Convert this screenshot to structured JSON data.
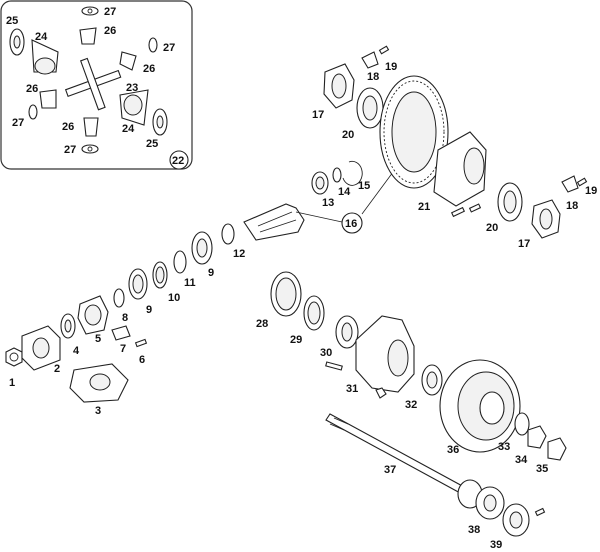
{
  "diagram": {
    "callouts": {
      "c1": "1",
      "c2": "2",
      "c3": "3",
      "c4": "4",
      "c5": "5",
      "c6": "6",
      "c7": "7",
      "c8": "8",
      "c9a": "9",
      "c9b": "9",
      "c10": "10",
      "c11": "11",
      "c12": "12",
      "c13": "13",
      "c14": "14",
      "c15": "15",
      "c16": "16",
      "c17a": "17",
      "c17b": "17",
      "c18a": "18",
      "c18b": "18",
      "c19a": "19",
      "c19b": "19",
      "c20a": "20",
      "c20b": "20",
      "c21": "21",
      "c22": "22",
      "c23": "23",
      "c24a": "24",
      "c24b": "24",
      "c25a": "25",
      "c25b": "25",
      "c26a": "26",
      "c26b": "26",
      "c26c": "26",
      "c26d": "26",
      "c27a": "27",
      "c27b": "27",
      "c27c": "27",
      "c27d": "27",
      "c28": "28",
      "c29": "29",
      "c30": "30",
      "c31": "31",
      "c32": "32",
      "c33": "33",
      "c34": "34",
      "c35": "35",
      "c36": "36",
      "c37": "37",
      "c38": "38",
      "c39": "39"
    }
  }
}
